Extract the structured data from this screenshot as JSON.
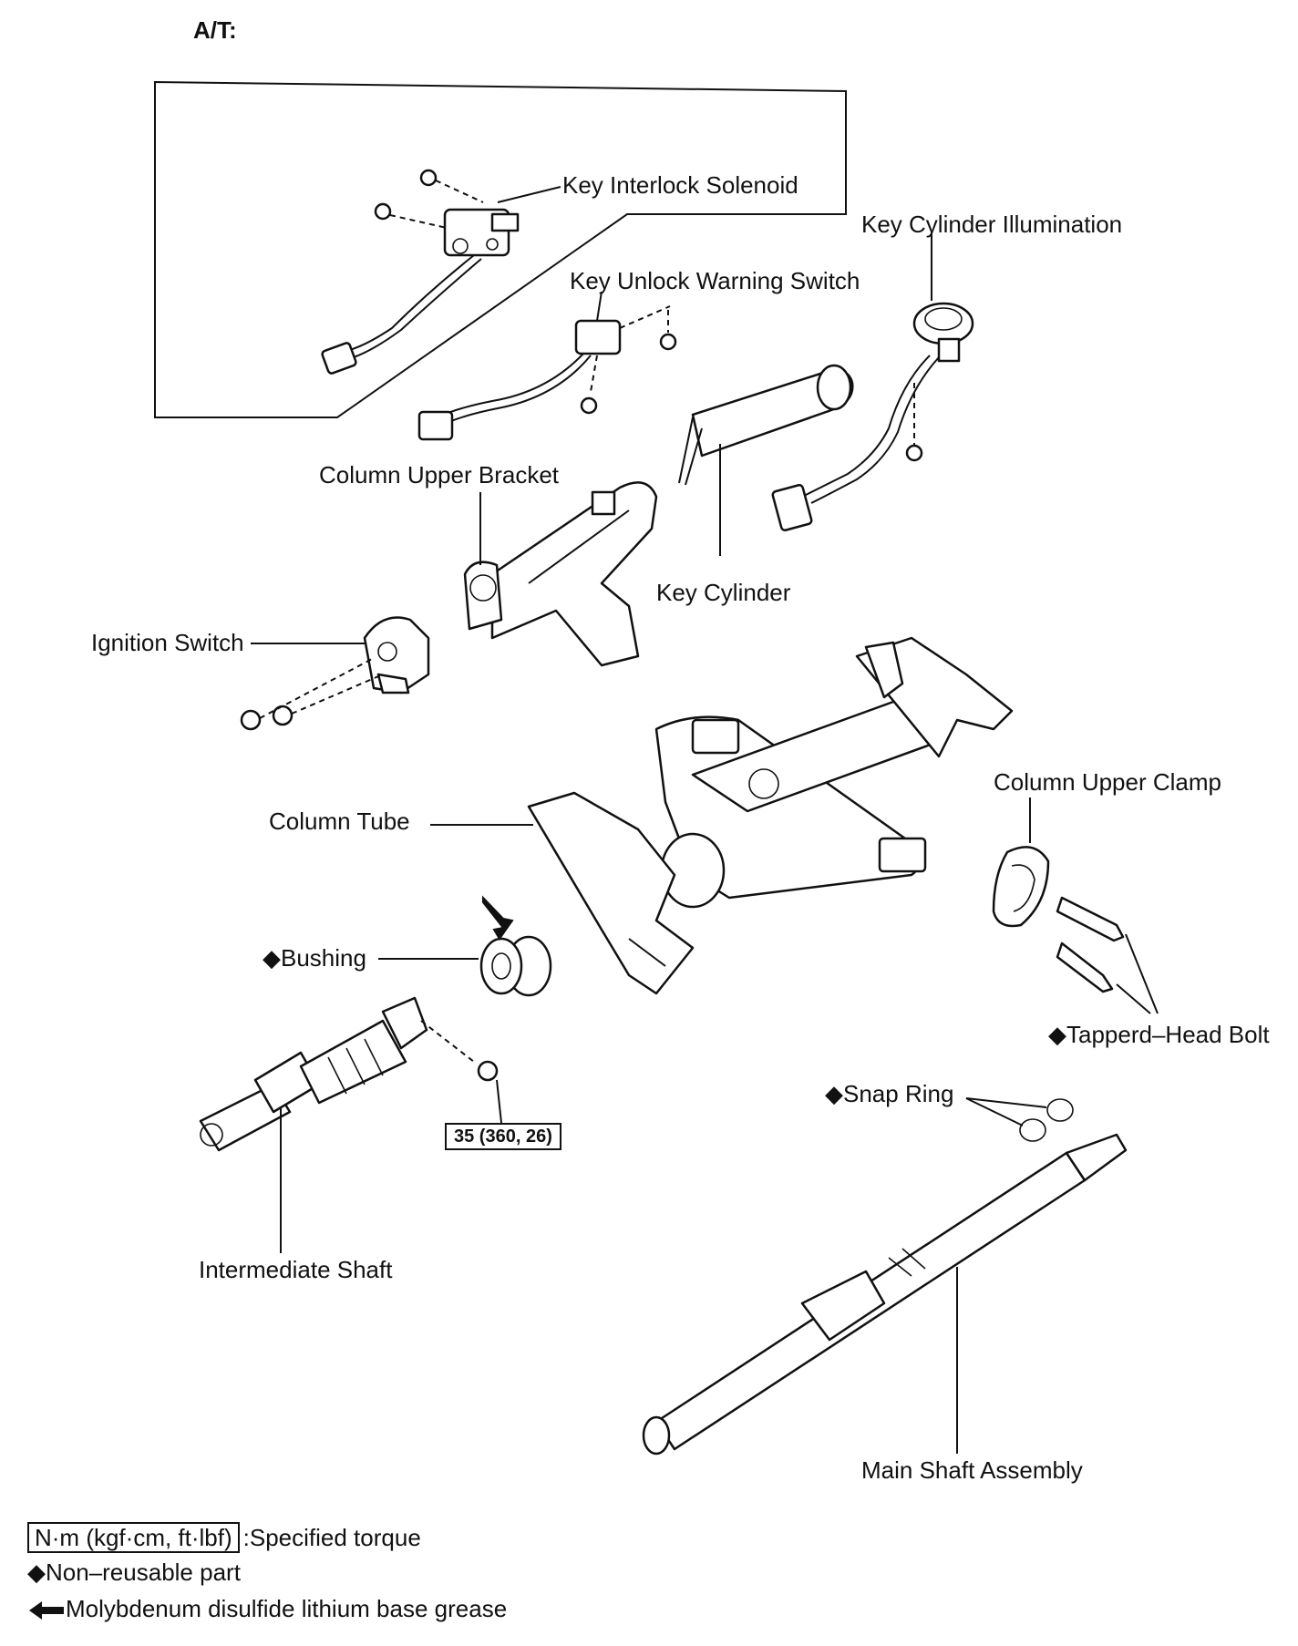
{
  "header": {
    "title": "A/T:"
  },
  "labels": {
    "key_interlock_solenoid": "Key Interlock Solenoid",
    "key_cylinder_illumination": "Key Cylinder Illumination",
    "key_unlock_warning_switch": "Key Unlock Warning Switch",
    "column_upper_bracket": "Column Upper Bracket",
    "key_cylinder": "Key Cylinder",
    "ignition_switch": "Ignition Switch",
    "column_tube": "Column Tube",
    "column_upper_clamp": "Column Upper Clamp",
    "bushing": "◆Bushing",
    "tapered_head_bolt": "◆Tapperd–Head Bolt",
    "snap_ring": "◆Snap Ring",
    "intermediate_shaft": "Intermediate Shaft",
    "main_shaft_assembly": "Main Shaft Assembly"
  },
  "torque": {
    "intermediate_shaft_bolt": "35 (360, 26)"
  },
  "legend": {
    "torque_box": "N·m (kgf·cm, ft·lbf)",
    "torque_text": ":Specified torque",
    "non_reusable": "◆Non–reusable part",
    "grease": "Molybdenum disulfide lithium base grease"
  },
  "colors": {
    "ink": "#111111",
    "paper": "#ffffff"
  }
}
